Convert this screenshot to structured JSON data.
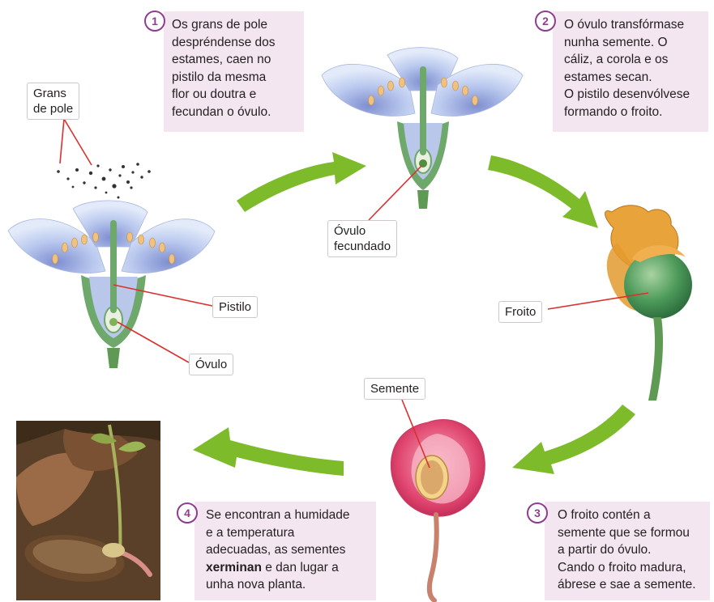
{
  "steps": [
    {
      "number": "1",
      "lines": [
        "Os grans de pole",
        "despréndense dos",
        "estames, caen no",
        "pistilo da mesma",
        "flor ou doutra e",
        "fecundan o óvulo."
      ]
    },
    {
      "number": "2",
      "lines": [
        "O óvulo transfórmase",
        "nunha semente. O",
        "cáliz, a corola e os",
        "estames secan.",
        "O pistilo desenvólvese",
        "formando o froito."
      ]
    },
    {
      "number": "3",
      "lines": [
        "O froito contén a",
        "semente que se formou",
        "a partir do óvulo.",
        "Cando o froito madura,",
        "ábrese e sae a semente."
      ]
    },
    {
      "number": "4",
      "lines": [
        "Se encontran a humidade",
        "e a temperatura",
        "adecuadas, as sementes"
      ],
      "bold": "xerminan",
      "after_bold": " e dan lugar a",
      "last": "unha nova planta."
    }
  ],
  "labels": {
    "pollen": [
      "Grans",
      "de pole"
    ],
    "pistil": "Pistilo",
    "ovule": "Óvulo",
    "fertilized_ovule": [
      "Óvulo",
      "fecundado"
    ],
    "fruit": "Froito",
    "seed": "Semente"
  },
  "colors": {
    "box_bg": "#f3e6f1",
    "number": "#8d3f8e",
    "arrow": "#7dbb2a",
    "leader": "#d9312f",
    "petal": "#c9d8f2",
    "stem": "#5e9a54"
  }
}
